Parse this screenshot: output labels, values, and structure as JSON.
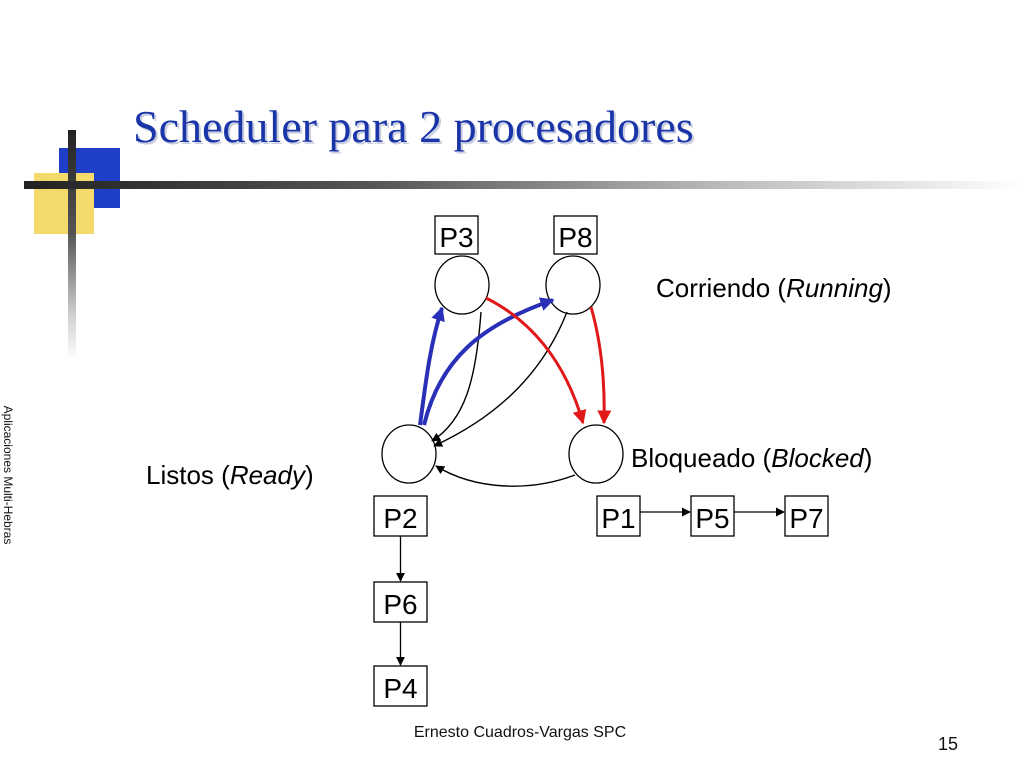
{
  "slide": {
    "title": "Scheduler para 2 procesadores",
    "side_label": "Aplicaciones Multi-Hebras",
    "footer": "Ernesto Cuadros-Vargas SPC",
    "page_number": "15"
  },
  "states": {
    "running": {
      "label": "Corriendo (",
      "italic": "Running",
      "close": ")"
    },
    "blocked": {
      "label": "Bloqueado (",
      "italic": "Blocked",
      "close": ")"
    },
    "ready": {
      "label": "Listos (",
      "italic": "Ready",
      "close": ")"
    }
  },
  "processes": {
    "running": [
      "P3",
      "P8"
    ],
    "ready": [
      "P2",
      "P6",
      "P4"
    ],
    "blocked": [
      "P1",
      "P5",
      "P7"
    ]
  },
  "colors": {
    "title": "#1a35a8",
    "dispatch_arrow": "#2a2fb8",
    "block_arrow": "#e01818",
    "plain_arrow": "#000000",
    "accent_blue": "#1f3fc8",
    "accent_yellow": "#f4d96b"
  }
}
